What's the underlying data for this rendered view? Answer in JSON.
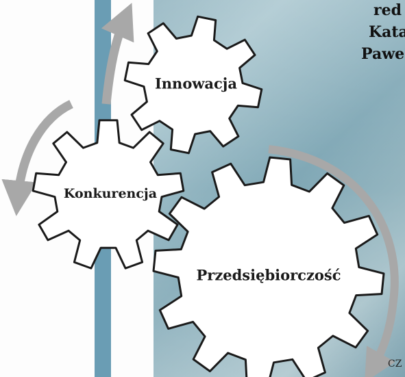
{
  "cover": {
    "editor_lines": [
      "red",
      "Kata",
      "Pawe"
    ],
    "footer_fragment": "CZ"
  },
  "gears": {
    "innovation": "Innowacja",
    "competition": "Konkurencja",
    "entrepreneurship": "Przedsiębiorczość"
  },
  "icons": {
    "cycle_arrows": "curved-arrow-icon"
  },
  "colors": {
    "background_sea": "#8fb4c0",
    "stripe_white": "#fdfdfd",
    "stripe_teal": "#6a9db4",
    "gear_fill": "#ffffff",
    "gear_stroke": "#1a1a1a",
    "arrow": "#a8a8a8"
  }
}
